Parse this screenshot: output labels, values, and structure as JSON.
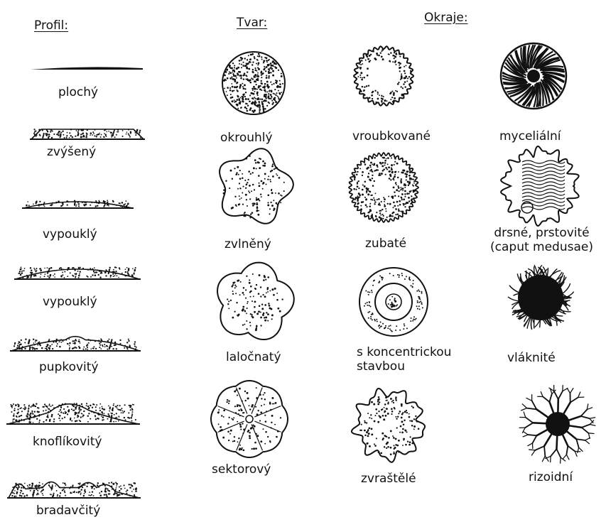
{
  "headers": {
    "profile": "Profil:",
    "shape": "Tvar:",
    "edges": "Okraje:"
  },
  "profiles": [
    {
      "id": "plochy",
      "label": "plochý"
    },
    {
      "id": "zvyseny",
      "label": "zvýšený"
    },
    {
      "id": "vypoukly1",
      "label": "vypouklý"
    },
    {
      "id": "vypoukly2",
      "label": "vypouklý"
    },
    {
      "id": "pupkovity",
      "label": "pupkovitý"
    },
    {
      "id": "knoflikovity",
      "label": "knoflíkovitý"
    },
    {
      "id": "bradavcity",
      "label": "bradavčitý"
    }
  ],
  "shapes": [
    {
      "id": "okrouhly",
      "label": "okrouhlý"
    },
    {
      "id": "zvlneny",
      "label": "zvlněný"
    },
    {
      "id": "laloknaty",
      "label": "laločnatý"
    },
    {
      "id": "sektorovy",
      "label": "sektorový"
    }
  ],
  "edges_left": [
    {
      "id": "vroubkovane",
      "label": "vroubkované"
    },
    {
      "id": "zubate",
      "label": "zubaté"
    },
    {
      "id": "koncentricka",
      "label": "s koncentrickou\nstavbou"
    },
    {
      "id": "zvrastele",
      "label": "zvraštělé"
    }
  ],
  "edges_right": [
    {
      "id": "mycelialni",
      "label": "myceliální"
    },
    {
      "id": "drsne",
      "label": "drsné, prstovité\n(caput medusae)"
    },
    {
      "id": "vlaknite",
      "label": "vláknité"
    },
    {
      "id": "rizoidni",
      "label": "rizoidní"
    }
  ],
  "colors": {
    "ink": "#111111",
    "paper": "#ffffff"
  }
}
